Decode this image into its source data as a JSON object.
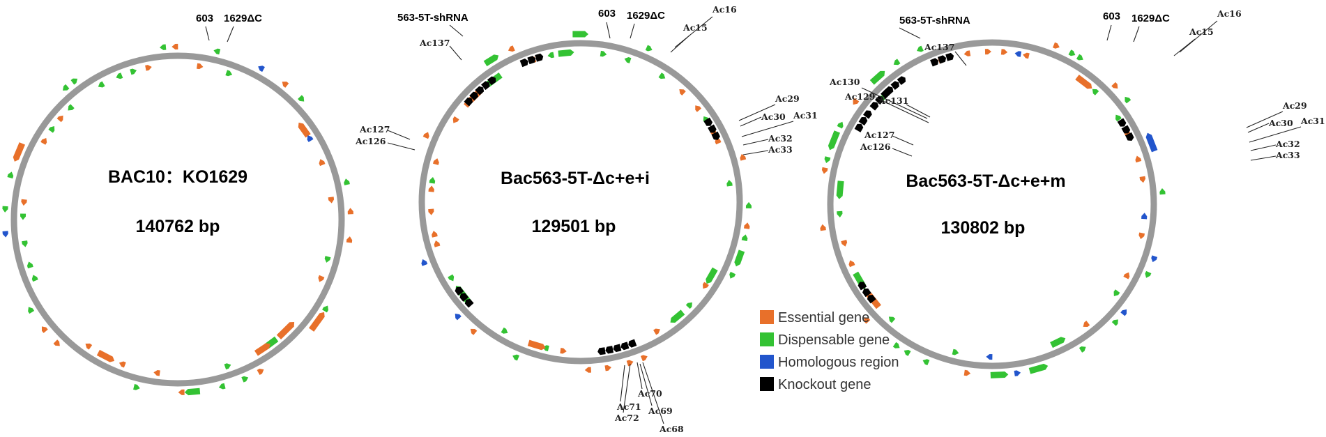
{
  "colors": {
    "backbone": "#999999",
    "essential": "#E8702A",
    "dispensable": "#33C233",
    "homologous": "#2255CC",
    "knockout": "#000000"
  },
  "legend": [
    {
      "label": "Essential gene",
      "color_key": "essential"
    },
    {
      "label": "Dispensable gene",
      "color_key": "dispensable"
    },
    {
      "label": "Homologous region",
      "color_key": "homologous"
    },
    {
      "label": "Knockout gene",
      "color_key": "knockout"
    }
  ],
  "maps": [
    {
      "title": "BAC10：KO1629",
      "size_label": "140762 bp",
      "labels": [
        "603",
        "1629ΔC"
      ],
      "knockout_labels": []
    },
    {
      "title": "Bac563-5T-Δc+e+i",
      "size_label": "129501 bp",
      "labels": [
        "563-5T-shRNA",
        "603",
        "1629ΔC"
      ],
      "knockout_labels": [
        "Ac137",
        "Ac16",
        "Ac15",
        "Ac127",
        "Ac126",
        "Ac29",
        "Ac30",
        "Ac31",
        "Ac32",
        "Ac33",
        "Ac70",
        "Ac71",
        "Ac72",
        "Ac69",
        "Ac68"
      ]
    },
    {
      "title": "Bac563-5T-Δc+e+m",
      "size_label": "130802 bp",
      "labels": [
        "563-5T-shRNA",
        "603",
        "1629ΔC"
      ],
      "knockout_labels": [
        "Ac137",
        "Ac16",
        "Ac15",
        "Ac130",
        "Ac129",
        "Ac131",
        "Ac127",
        "Ac126",
        "Ac29",
        "Ac30",
        "Ac31",
        "Ac32",
        "Ac33"
      ]
    }
  ]
}
